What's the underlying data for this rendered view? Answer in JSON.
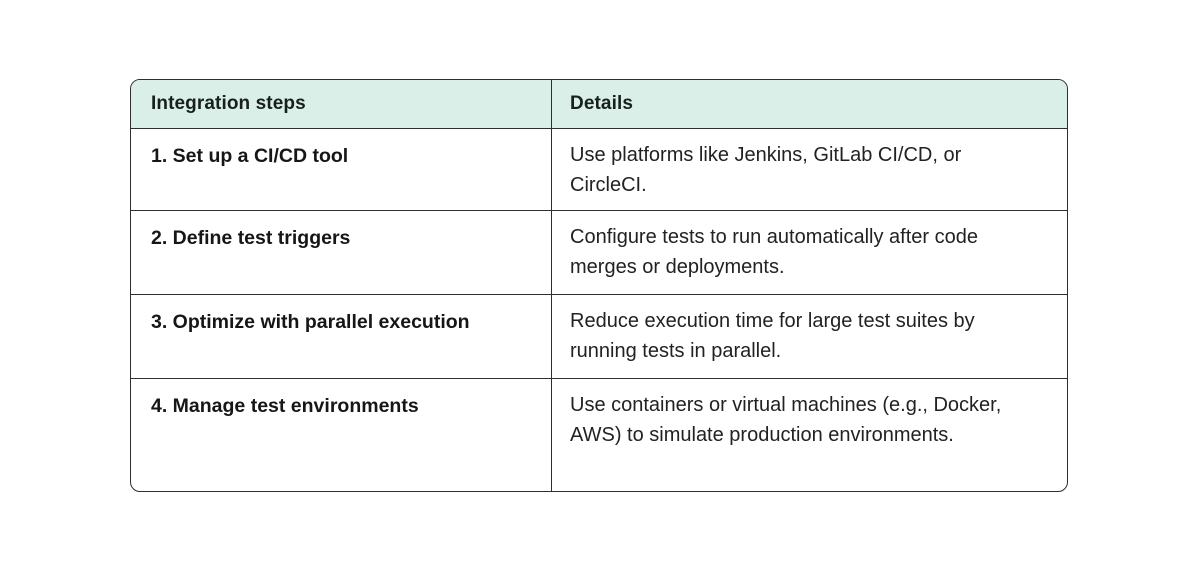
{
  "table": {
    "headers": {
      "steps": "Integration steps",
      "details": "Details"
    },
    "rows": [
      {
        "step": "1. Set up a CI/CD tool",
        "detail": "Use platforms like Jenkins, GitLab CI/CD, or CircleCI."
      },
      {
        "step": "2. Define test triggers",
        "detail": "Configure tests to run automatically after code merges or deployments."
      },
      {
        "step": "3. Optimize with parallel execution",
        "detail": "Reduce execution time for large test suites by running tests in parallel."
      },
      {
        "step": "4. Manage test environments",
        "detail": "Use containers or virtual machines (e.g., Docker, AWS) to simulate production environments."
      }
    ]
  },
  "colors": {
    "header_bg": "#d9efe7",
    "border": "#2e2e2e",
    "text": "#1c1c1c",
    "page_bg": "#ffffff"
  }
}
